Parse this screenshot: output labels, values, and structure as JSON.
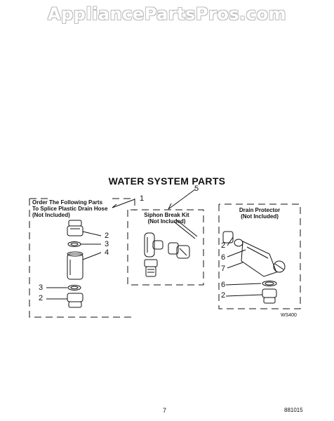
{
  "watermark": "AppliancePartsPros.com",
  "title": "WATER SYSTEM PARTS",
  "box_left": {
    "lines": [
      "Order The Following Parts",
      "To Splice Plastic Drain Hose",
      "(Not Included)"
    ],
    "callouts": [
      "1",
      "2",
      "3",
      "4",
      "3",
      "2"
    ]
  },
  "box_middle": {
    "lines": [
      "Siphon Break Kit",
      "(Not Included)"
    ],
    "callout": "5"
  },
  "box_right": {
    "lines": [
      "Drain Protector",
      "(Not Included)"
    ],
    "callouts": [
      "2",
      "6",
      "7",
      "6",
      "2"
    ],
    "code": "WS400"
  },
  "footer": {
    "page_number": "7",
    "doc_number": "881015"
  }
}
